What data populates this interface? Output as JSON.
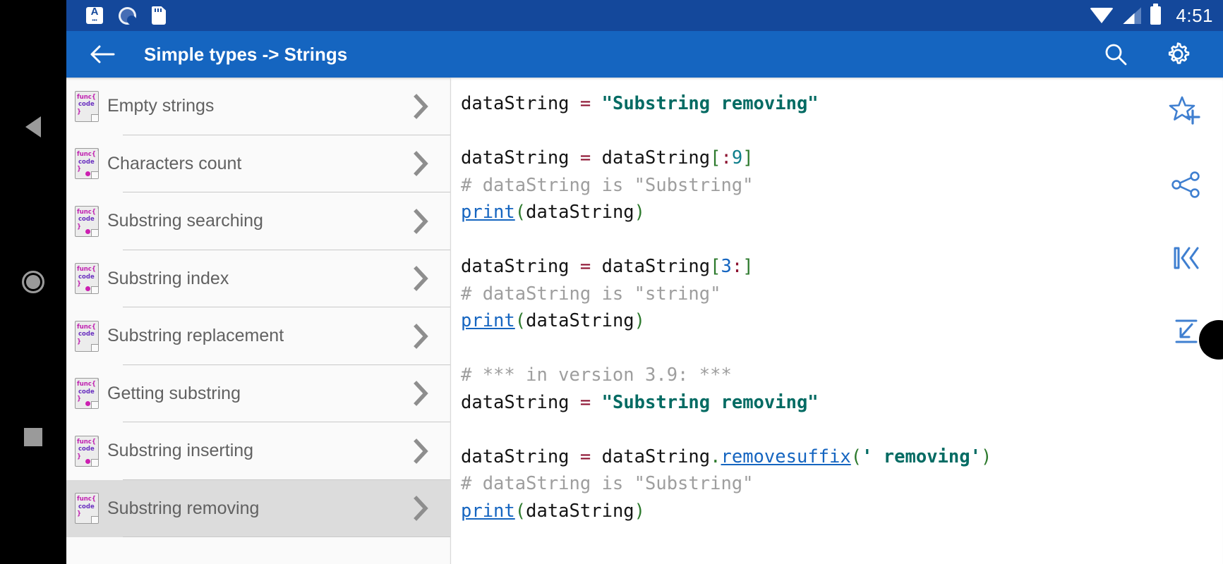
{
  "status_bar": {
    "icons_left": [
      "keyboard-icon",
      "sync-icon",
      "sd-card-icon"
    ],
    "icons_right": [
      "wifi-icon",
      "cellular-signal-icon",
      "battery-icon"
    ],
    "clock": "4:51"
  },
  "app_bar": {
    "back_icon": "back-arrow-icon",
    "title": "Simple types -> Strings",
    "actions": [
      {
        "name": "search-icon",
        "label": "Search"
      },
      {
        "name": "gear-icon",
        "label": "Settings"
      }
    ]
  },
  "nav_bar": {
    "back": "back-triangle-icon",
    "home": "home-circle-icon",
    "recents": "recents-square-icon"
  },
  "list": {
    "items": [
      {
        "label": "Empty strings",
        "locked": false,
        "dot": false,
        "selected": false
      },
      {
        "label": "Characters count",
        "locked": true,
        "dot": true,
        "selected": false
      },
      {
        "label": "Substring searching",
        "locked": true,
        "dot": true,
        "selected": false
      },
      {
        "label": "Substring index",
        "locked": true,
        "dot": true,
        "selected": false
      },
      {
        "label": "Substring replacement",
        "locked": false,
        "dot": false,
        "selected": false
      },
      {
        "label": "Getting substring",
        "locked": true,
        "dot": true,
        "selected": false
      },
      {
        "label": "Substring inserting",
        "locked": true,
        "dot": true,
        "selected": false
      },
      {
        "label": "Substring removing",
        "locked": false,
        "dot": false,
        "selected": true
      }
    ],
    "icon_lines": {
      "l1": "func{",
      "l2": "code",
      "l3": "}"
    }
  },
  "code": {
    "language": "python",
    "lines": [
      [
        {
          "t": "dataString ",
          "c": "plain"
        },
        {
          "t": "=",
          "c": "op"
        },
        {
          "t": " ",
          "c": "plain"
        },
        {
          "t": "\"Substring removing\"",
          "c": "str"
        }
      ],
      [],
      [
        {
          "t": "dataString ",
          "c": "plain"
        },
        {
          "t": "=",
          "c": "op"
        },
        {
          "t": " dataString",
          "c": "plain"
        },
        {
          "t": "[",
          "c": "brk"
        },
        {
          "t": ":",
          "c": "op"
        },
        {
          "t": "9",
          "c": "numt"
        },
        {
          "t": "]",
          "c": "brk"
        }
      ],
      [
        {
          "t": "# dataString is \"Substring\"",
          "c": "cmt"
        }
      ],
      [
        {
          "t": "print",
          "c": "fn"
        },
        {
          "t": "(",
          "c": "brk"
        },
        {
          "t": "dataString",
          "c": "plain"
        },
        {
          "t": ")",
          "c": "brk"
        }
      ],
      [],
      [
        {
          "t": "dataString ",
          "c": "plain"
        },
        {
          "t": "=",
          "c": "op"
        },
        {
          "t": " dataString",
          "c": "plain"
        },
        {
          "t": "[",
          "c": "brk"
        },
        {
          "t": "3",
          "c": "numb"
        },
        {
          "t": ":",
          "c": "op"
        },
        {
          "t": "]",
          "c": "brk"
        }
      ],
      [
        {
          "t": "# dataString is \"string\"",
          "c": "cmt"
        }
      ],
      [
        {
          "t": "print",
          "c": "fn"
        },
        {
          "t": "(",
          "c": "brk"
        },
        {
          "t": "dataString",
          "c": "plain"
        },
        {
          "t": ")",
          "c": "brk"
        }
      ],
      [],
      [
        {
          "t": "# *** in version 3.9: ***",
          "c": "cmt"
        }
      ],
      [
        {
          "t": "dataString ",
          "c": "plain"
        },
        {
          "t": "=",
          "c": "op"
        },
        {
          "t": " ",
          "c": "plain"
        },
        {
          "t": "\"Substring removing\"",
          "c": "str"
        }
      ],
      [],
      [
        {
          "t": "dataString ",
          "c": "plain"
        },
        {
          "t": "=",
          "c": "op"
        },
        {
          "t": " dataString",
          "c": "plain"
        },
        {
          "t": ".",
          "c": "dot"
        },
        {
          "t": "removesuffix",
          "c": "fn"
        },
        {
          "t": "(",
          "c": "brk"
        },
        {
          "t": "' removing'",
          "c": "str"
        },
        {
          "t": ")",
          "c": "brk"
        }
      ],
      [
        {
          "t": "# dataString is \"Substring\"",
          "c": "cmt"
        }
      ],
      [
        {
          "t": "print",
          "c": "fn"
        },
        {
          "t": "(",
          "c": "brk"
        },
        {
          "t": "dataString",
          "c": "plain"
        },
        {
          "t": ")",
          "c": "brk"
        }
      ]
    ]
  },
  "action_rail": {
    "buttons": [
      {
        "name": "add-favorite-star-icon",
        "label": "Add to favorites"
      },
      {
        "name": "share-icon",
        "label": "Share"
      },
      {
        "name": "skip-to-start-icon",
        "label": "Go to first"
      },
      {
        "name": "scroll-to-bottom-icon",
        "label": "Go to bottom"
      }
    ]
  },
  "colors": {
    "status_bar": "#14489b",
    "app_bar": "#1565c0",
    "accent": "#1565c0",
    "selected_row": "#dcdcdc",
    "string_token": "#036b63",
    "operator_token": "#8c1230",
    "comment_token": "#9e9e9e",
    "bracket_token": "#2d7a2d"
  }
}
